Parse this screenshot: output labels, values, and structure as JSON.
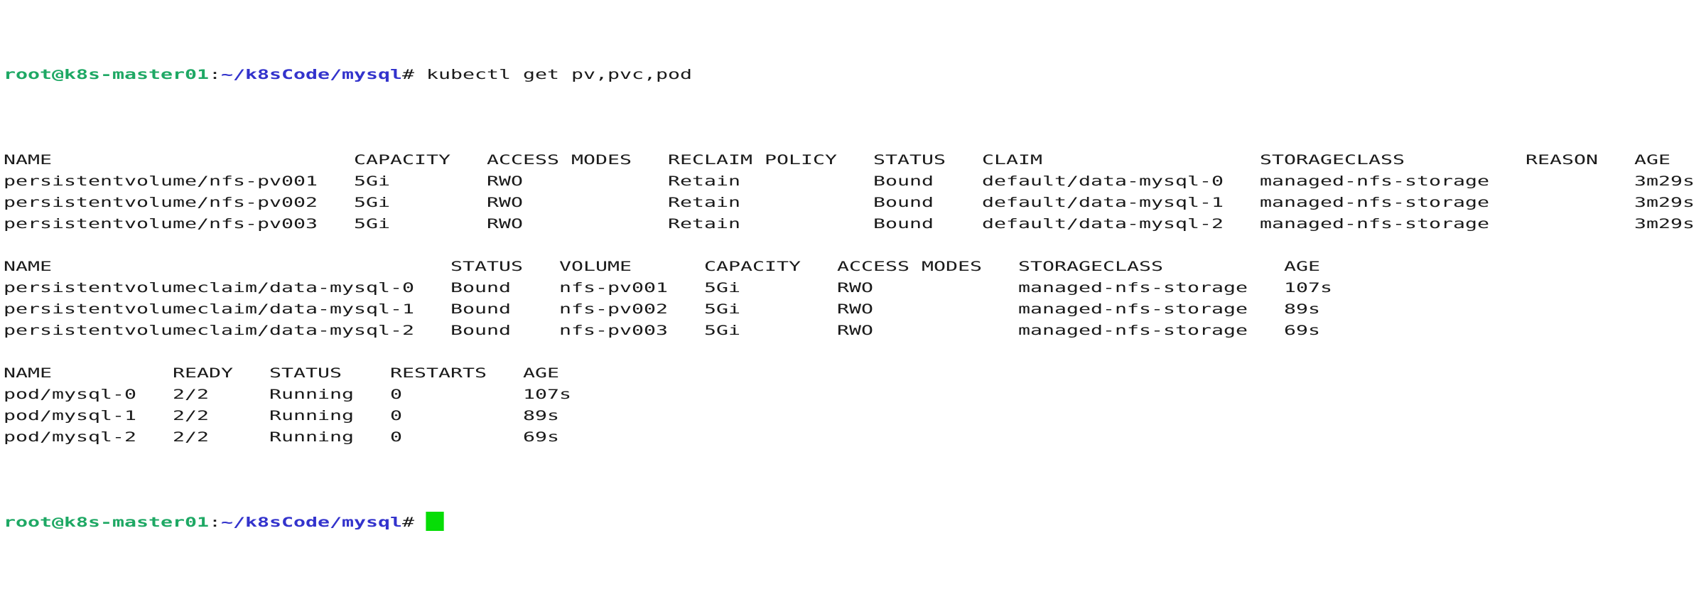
{
  "terminal": {
    "colors": {
      "background": "#ffffff",
      "foreground": "#1a1a1a",
      "prompt_user": "#1ea864",
      "prompt_path": "#3333cc",
      "cursor": "#06dd06"
    },
    "prompt": {
      "user_host": "root@k8s-master01",
      "separator": ":",
      "path": "~/k8sCode/mysql",
      "symbol": "# "
    },
    "command": "kubectl get pv,pvc,pod",
    "tables": [
      {
        "name": "persistent-volumes",
        "columns": [
          {
            "label": "NAME",
            "start": 0
          },
          {
            "label": "CAPACITY",
            "start": 29
          },
          {
            "label": "ACCESS MODES",
            "start": 40
          },
          {
            "label": "RECLAIM POLICY",
            "start": 55
          },
          {
            "label": "STATUS",
            "start": 72
          },
          {
            "label": "CLAIM",
            "start": 81
          },
          {
            "label": "STORAGECLASS",
            "start": 104
          },
          {
            "label": "REASON",
            "start": 126
          },
          {
            "label": "AGE",
            "start": 135
          }
        ],
        "rows": [
          [
            "persistentvolume/nfs-pv001",
            "5Gi",
            "RWO",
            "Retain",
            "Bound",
            "default/data-mysql-0",
            "managed-nfs-storage",
            "",
            "3m29s"
          ],
          [
            "persistentvolume/nfs-pv002",
            "5Gi",
            "RWO",
            "Retain",
            "Bound",
            "default/data-mysql-1",
            "managed-nfs-storage",
            "",
            "3m29s"
          ],
          [
            "persistentvolume/nfs-pv003",
            "5Gi",
            "RWO",
            "Retain",
            "Bound",
            "default/data-mysql-2",
            "managed-nfs-storage",
            "",
            "3m29s"
          ]
        ]
      },
      {
        "name": "persistent-volume-claims",
        "columns": [
          {
            "label": "NAME",
            "start": 0
          },
          {
            "label": "STATUS",
            "start": 37
          },
          {
            "label": "VOLUME",
            "start": 46
          },
          {
            "label": "CAPACITY",
            "start": 58
          },
          {
            "label": "ACCESS MODES",
            "start": 69
          },
          {
            "label": "STORAGECLASS",
            "start": 84
          },
          {
            "label": "AGE",
            "start": 106
          }
        ],
        "rows": [
          [
            "persistentvolumeclaim/data-mysql-0",
            "Bound",
            "nfs-pv001",
            "5Gi",
            "RWO",
            "managed-nfs-storage",
            "107s"
          ],
          [
            "persistentvolumeclaim/data-mysql-1",
            "Bound",
            "nfs-pv002",
            "5Gi",
            "RWO",
            "managed-nfs-storage",
            "89s"
          ],
          [
            "persistentvolumeclaim/data-mysql-2",
            "Bound",
            "nfs-pv003",
            "5Gi",
            "RWO",
            "managed-nfs-storage",
            "69s"
          ]
        ]
      },
      {
        "name": "pods",
        "columns": [
          {
            "label": "NAME",
            "start": 0
          },
          {
            "label": "READY",
            "start": 14
          },
          {
            "label": "STATUS",
            "start": 22
          },
          {
            "label": "RESTARTS",
            "start": 32
          },
          {
            "label": "AGE",
            "start": 43
          }
        ],
        "rows": [
          [
            "pod/mysql-0",
            "2/2",
            "Running",
            "0",
            "107s"
          ],
          [
            "pod/mysql-1",
            "2/2",
            "Running",
            "0",
            "89s"
          ],
          [
            "pod/mysql-2",
            "2/2",
            "Running",
            "0",
            "69s"
          ]
        ]
      }
    ]
  }
}
